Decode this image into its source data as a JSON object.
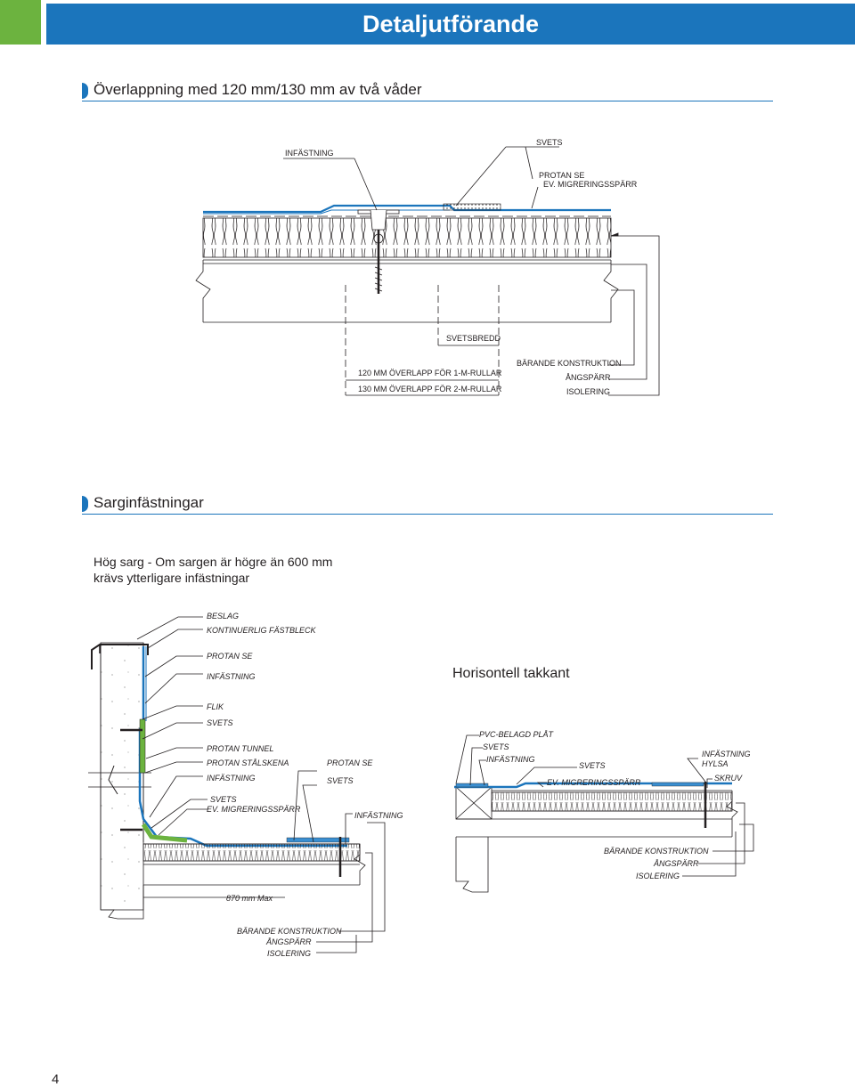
{
  "header": {
    "title": "Detaljutförande"
  },
  "section1": {
    "heading": "Överlappning med 120 mm/130 mm av två våder",
    "labels": {
      "infastning": "INFÄSTNING",
      "svets": "SVETS",
      "protan_se": "PROTAN SE",
      "migrering": "EV. MIGRERINGSSPÄRR",
      "svetsbredd": "SVETSBREDD",
      "overlapp1": "120 MM ÖVERLAPP FÖR 1-M-RULLAR",
      "overlapp2": "130 MM ÖVERLAPP FÖR 2-M-RULLAR",
      "barande": "BÄRANDE KONSTRUKTION",
      "angsparr": "ÅNGSPÄRR",
      "isolering": "ISOLERING"
    }
  },
  "section2": {
    "heading": "Sarginfästningar",
    "intro_line1": "Hög sarg - Om sargen är högre än 600 mm",
    "intro_line2": "krävs ytterligare infästningar",
    "subheading": "Horisontell takkant",
    "left_labels": {
      "beslag": "BESLAG",
      "kontinuerlig": "KONTINUERLIG FÄSTBLECK",
      "protan_se": "PROTAN SE",
      "infastning": "INFÄSTNING",
      "flik": "FLIK",
      "svets": "SVETS",
      "protan_tunnel": "PROTAN TUNNEL",
      "protan_stalskena": "PROTAN STÅLSKENA",
      "infastning2": "INFÄSTNING",
      "svets2": "SVETS",
      "migrering": "EV. MIGRERINGSSPÄRR",
      "protan_se2": "PROTAN SE",
      "svets3": "SVETS",
      "infastning3": "INFÄSTNING",
      "max": "870 mm Max",
      "barande": "BÄRANDE KONSTRUKTION",
      "angsparr": "ÅNGSPÄRR",
      "isolering": "ISOLERING"
    },
    "right_labels": {
      "pvc": "PVC-BELAGD PLÅT",
      "svets": "SVETS",
      "infastning": "INFÄSTNING",
      "svets2": "SVETS",
      "infastning2": "INFÄSTNING",
      "hylsa": "HYLSA",
      "skruv": "SKRUV",
      "migrering": "EV. MIGRERINGSSPÄRR",
      "barande": "BÄRANDE KONSTRUKTION",
      "angsparr": "ÅNGSPÄRR",
      "isolering": "ISOLERING"
    }
  },
  "page_number": "4",
  "colors": {
    "brand_blue": "#1b75bc",
    "brand_green": "#6cb33f",
    "membrane_blue": "#3a8fd1"
  }
}
